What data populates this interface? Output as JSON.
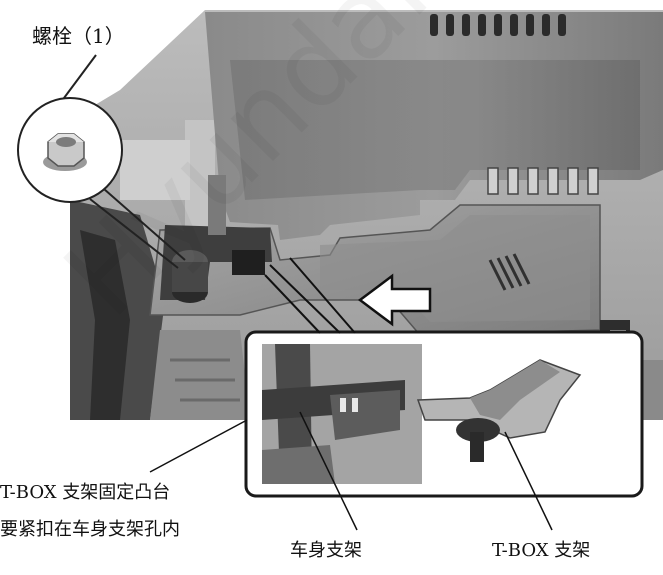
{
  "labels": {
    "bolt": "螺栓（1）",
    "boss_note_line1": "T-BOX 支架固定凸台",
    "boss_note_line2": "要紧扣在车身支架孔内",
    "body_bracket": "车身支架",
    "tbox_bracket": "T-BOX 支架"
  },
  "icons": {
    "arrow": "left-arrow-icon",
    "bolt": "flange-nut-icon"
  },
  "colors": {
    "metal_dark": "#3a3a3a",
    "metal_mid": "#6f6f6f",
    "metal_light": "#a6a6a6",
    "inset_border": "#1a1a1a"
  }
}
